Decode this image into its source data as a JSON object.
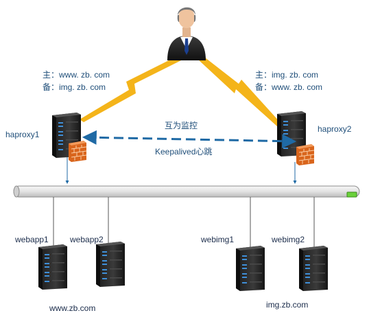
{
  "user": {
    "icon": "businessman-icon"
  },
  "left_route": {
    "primary": "主：www. zb. com",
    "backup": "备：img. zb. com"
  },
  "right_route": {
    "primary": "主：img. zb. com",
    "backup": "备：www. zb. com"
  },
  "proxies": [
    {
      "name": "haproxy1",
      "icon": "server-firewall-icon"
    },
    {
      "name": "haproxy2",
      "icon": "server-firewall-icon"
    }
  ],
  "link": {
    "mutual_monitor": "互为监控",
    "heartbeat": "Keepalived心跳"
  },
  "backend_groups": [
    {
      "servers": [
        "webapp1",
        "webapp2"
      ],
      "domain": "www.zb.com"
    },
    {
      "servers": [
        "webimg1",
        "webimg2"
      ],
      "domain": "img.zb.com"
    }
  ],
  "colors": {
    "lightning": "#f4b41a",
    "dashed_link": "#1f6aa5",
    "text": "#1f4e79",
    "bus": "#d9d9d9",
    "server_body": "#2b2b2b",
    "firewall": "#e46c0a"
  }
}
